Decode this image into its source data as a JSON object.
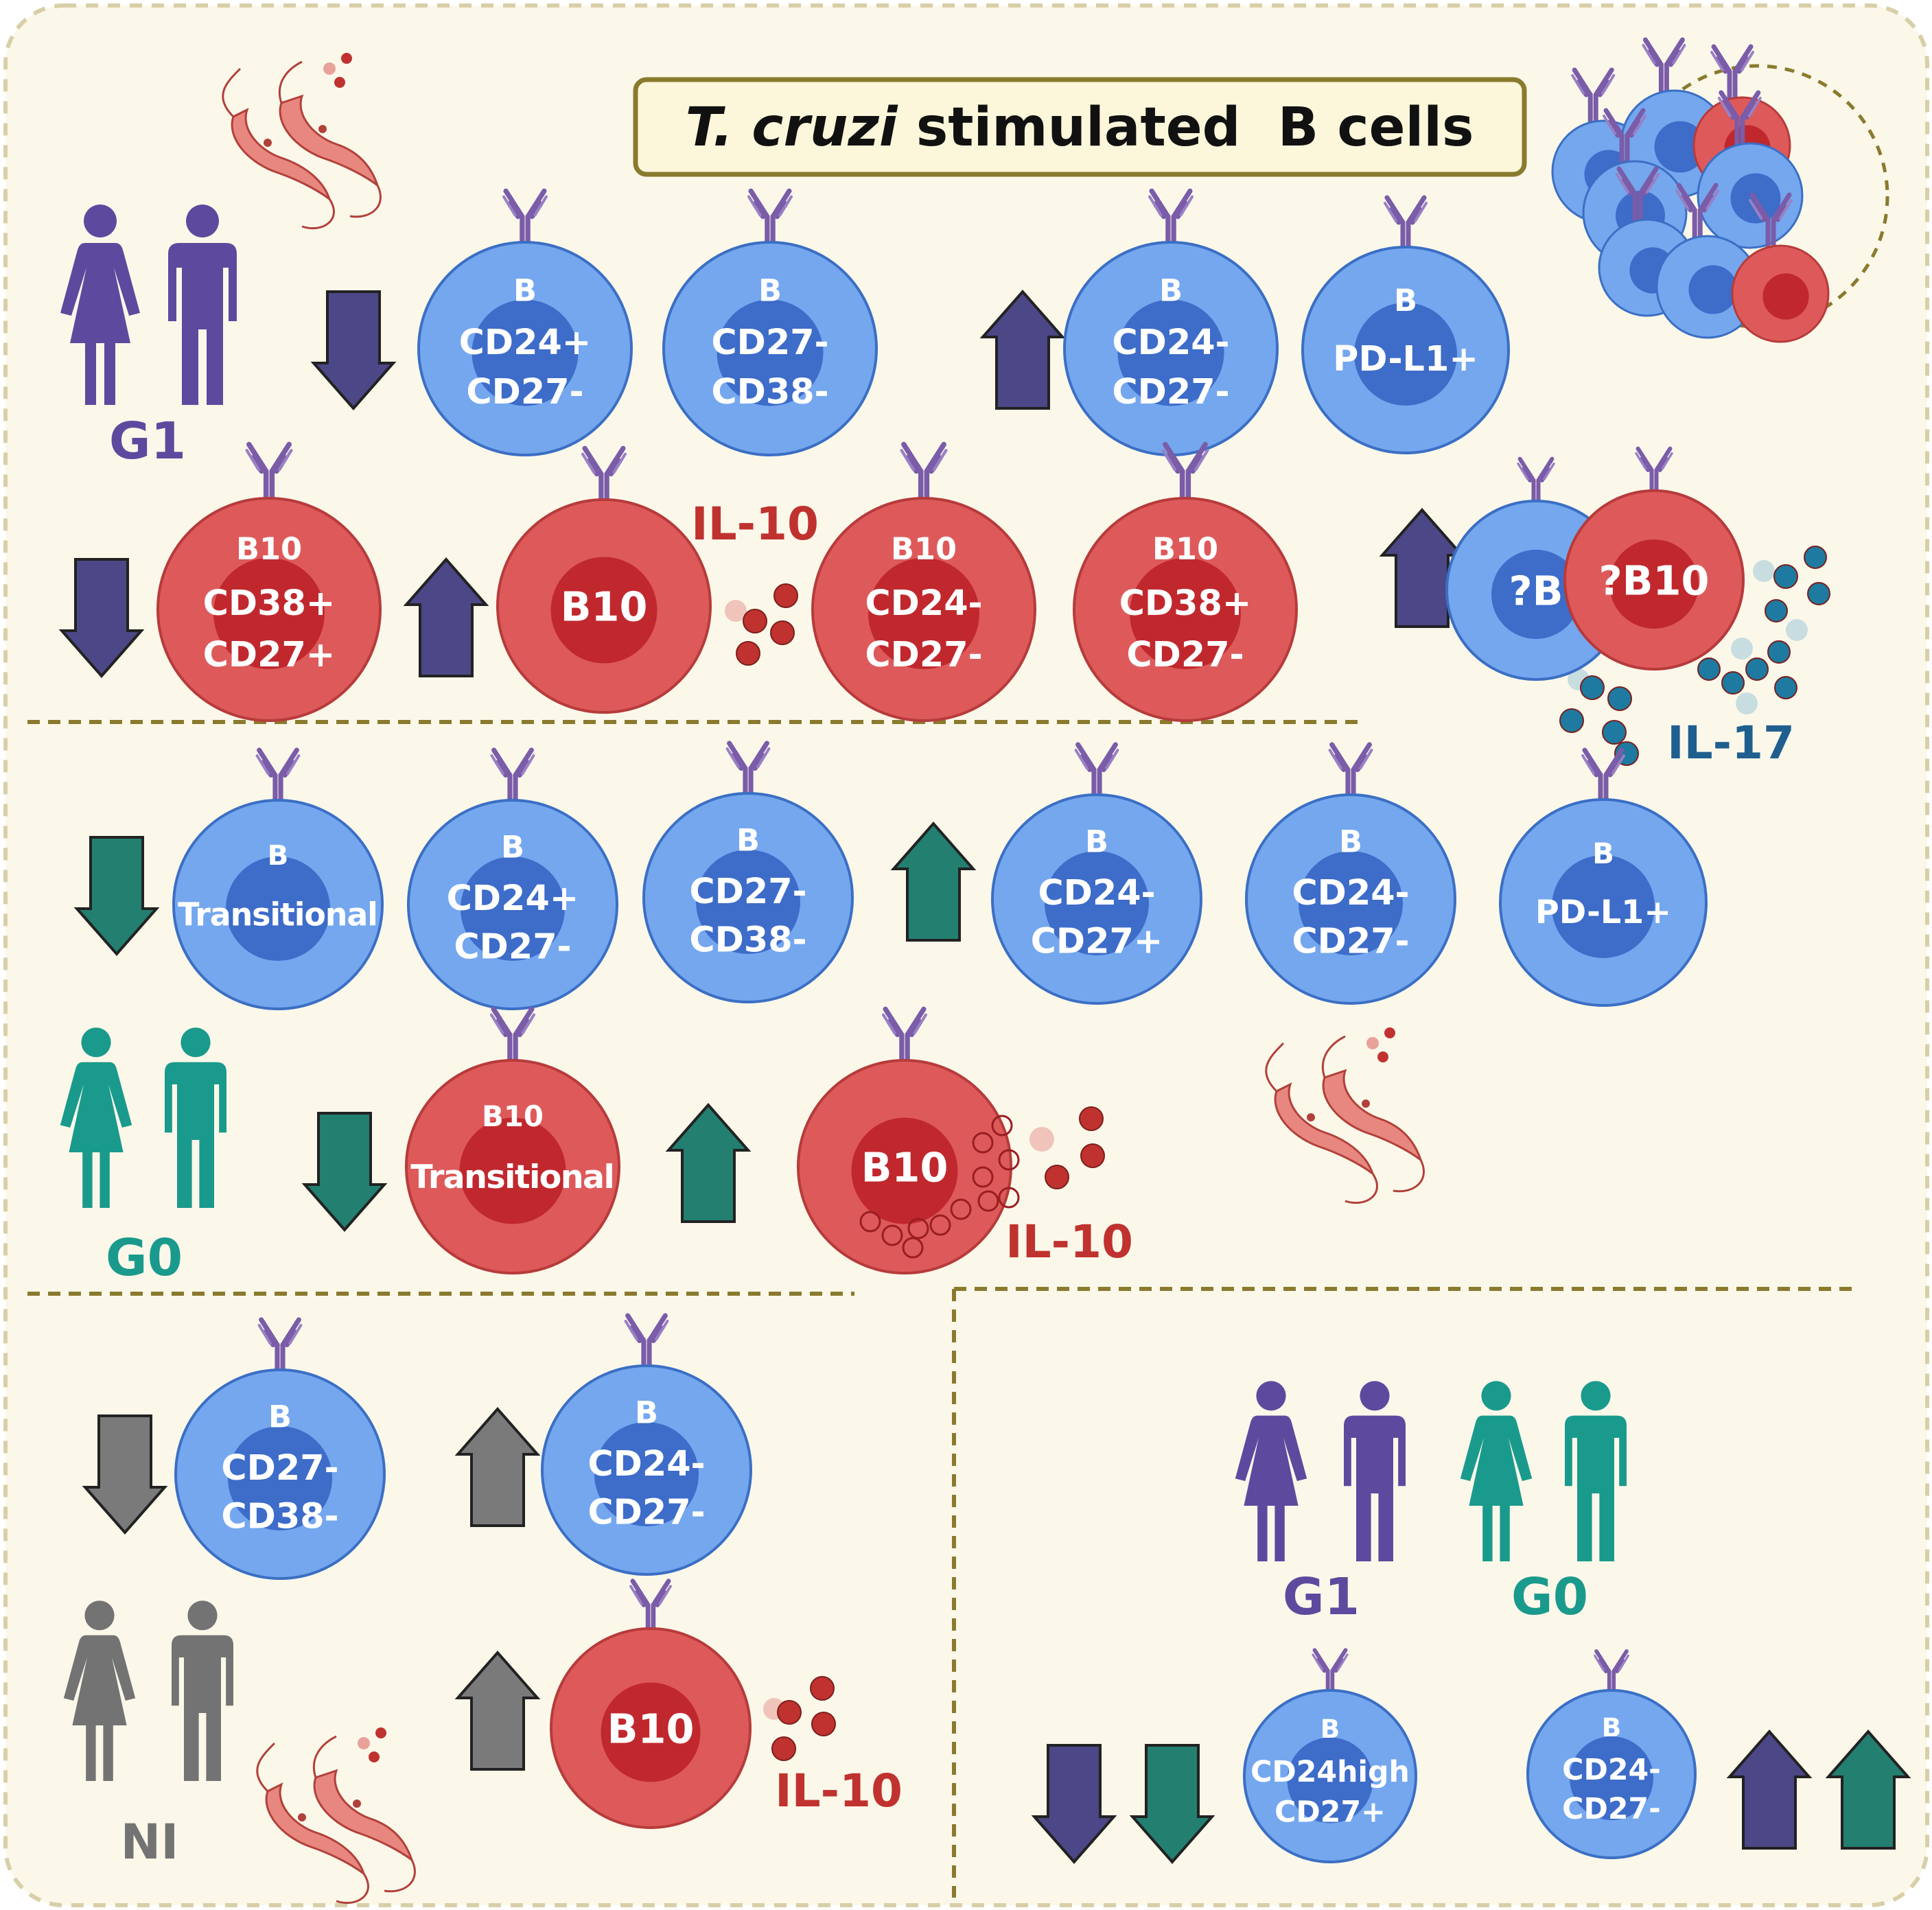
{
  "title": {
    "italic": "T. cruzi",
    "rest": " stimulated  B cells"
  },
  "groups": {
    "g1": "G1",
    "g0": "G0",
    "ni": "NI"
  },
  "cytokines": {
    "il10": "IL-10",
    "il17": "IL-17"
  },
  "cells": {
    "g1_cd24p_cd27m": {
      "l1": "B",
      "l2": "CD24+",
      "l3": "CD27-"
    },
    "g1_cd27m_cd38m": {
      "l1": "B",
      "l2": "CD27-",
      "l3": "CD38-"
    },
    "g1_cd24m_cd27m": {
      "l1": "B",
      "l2": "CD24-",
      "l3": "CD27-"
    },
    "g1_pdl1": {
      "l1": "B",
      "l2": "PD-L1+"
    },
    "g1_b10_cd38p_cd27p": {
      "l1": "B10",
      "l2": "CD38+",
      "l3": "CD27+"
    },
    "g1_b10": {
      "l1": "B10"
    },
    "g1_b10_cd24m_cd27m": {
      "l1": "B10",
      "l2": "CD24-",
      "l3": "CD27-"
    },
    "g1_b10_cd38p_cd27m": {
      "l1": "B10",
      "l2": "CD38+",
      "l3": "CD27-"
    },
    "g1_qb": {
      "l1": "?B"
    },
    "g1_qb10": {
      "l1": "?B10"
    },
    "g0_transitional": {
      "l1": "B",
      "l2": "Transitional"
    },
    "g0_cd24p_cd27m": {
      "l1": "B",
      "l2": "CD24+",
      "l3": "CD27-"
    },
    "g0_cd27m_cd38m": {
      "l1": "B",
      "l2": "CD27-",
      "l3": "CD38-"
    },
    "g0_cd24m_cd27p": {
      "l1": "B",
      "l2": "CD24-",
      "l3": "CD27+"
    },
    "g0_cd24m_cd27m": {
      "l1": "B",
      "l2": "CD24-",
      "l3": "CD27-"
    },
    "g0_pdl1": {
      "l1": "B",
      "l2": "PD-L1+"
    },
    "g0_b10_transitional": {
      "l1": "B10",
      "l2": "Transitional"
    },
    "g0_b10": {
      "l1": "B10"
    },
    "ni_cd27m_cd38m": {
      "l1": "B",
      "l2": "CD27-",
      "l3": "CD38-"
    },
    "ni_cd24m_cd27m": {
      "l1": "B",
      "l2": "CD24-",
      "l3": "CD27-"
    },
    "ni_b10": {
      "l1": "B10"
    },
    "both_cd24high_cd27p": {
      "l1": "B",
      "l2": "CD24high",
      "l3": "CD27+"
    },
    "both_cd24m_cd27m": {
      "l1": "B",
      "l2": "CD24-",
      "l3": "CD27-"
    }
  },
  "colors": {
    "panel_bg": "#fbf8ea",
    "panel_border": "#d8cfa8",
    "divider": "#8a7a2e",
    "b_cell_outer": "#74a7ee",
    "b_cell_inner": "#3d6cc9",
    "b10_cell_outer": "#de5a5a",
    "b10_cell_inner": "#c0282e",
    "g1": "#5d4a9e",
    "g1_arrow": "#4c4787",
    "g0": "#1a9a8c",
    "g0_arrow": "#237f70",
    "ni": "#737373",
    "ni_arrow": "#7a7a7a",
    "il10": "#c0322f",
    "il17": "#1f5f8f",
    "receptor": "#7a5ca8"
  }
}
